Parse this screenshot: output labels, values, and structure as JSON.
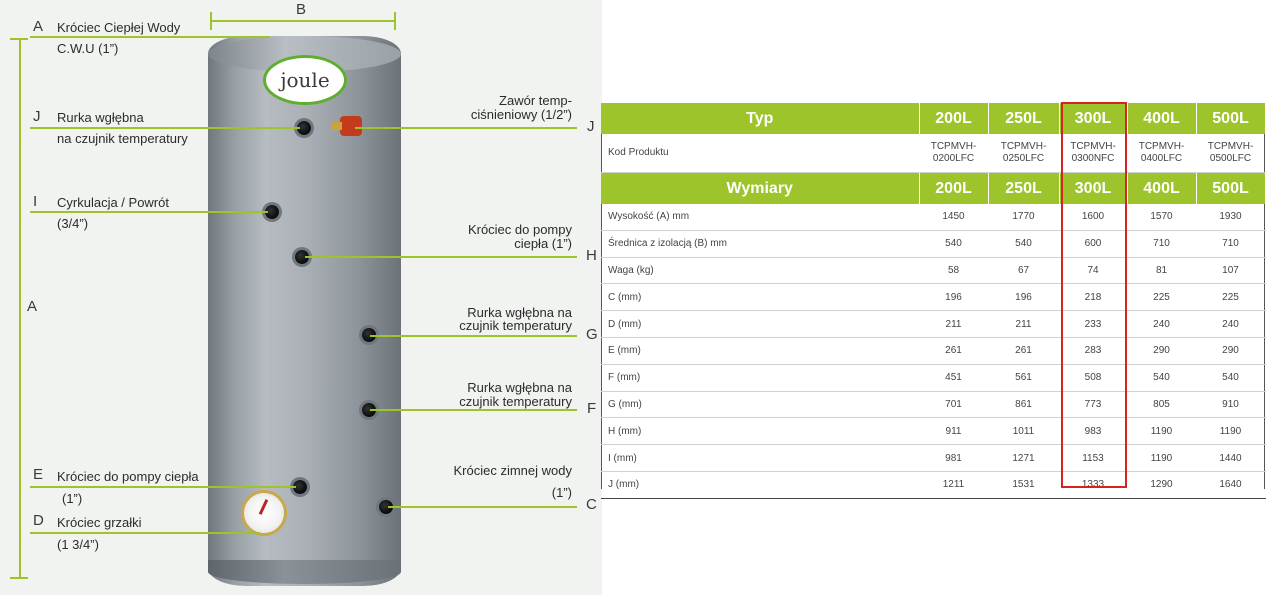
{
  "diagram": {
    "top_dimension_letter": "B",
    "left_dimension_letter": "A",
    "left_labels": [
      {
        "letter": "A",
        "line1": "Króciec Ciepłej Wody",
        "line2": "C.W.U (1”)"
      },
      {
        "letter": "J",
        "line1": "Rurka wgłębna",
        "line2": "na czujnik temperatury"
      },
      {
        "letter": "I",
        "line1": "Cyrkulacja / Powrót",
        "line2": "(3/4”)"
      },
      {
        "letter": "E",
        "line1": "Króciec do pompy ciepła",
        "line2": "(1”)"
      },
      {
        "letter": "D",
        "line1": "Króciec grzałki",
        "line2": "(1 3/4”)"
      }
    ],
    "right_labels": [
      {
        "letter": "J",
        "line1": "Zawór temp-",
        "line2": "ciśnieniowy (1/2”)"
      },
      {
        "letter": "H",
        "line1": "Króciec do pompy",
        "line2": "ciepła (1”)"
      },
      {
        "letter": "G",
        "line1": "Rurka wgłębna na",
        "line2": "czujnik temperatury"
      },
      {
        "letter": "F",
        "line1": "Rurka wgłębna na",
        "line2": "czujnik temperatury"
      },
      {
        "letter": "C",
        "line1": "Króciec zimnej wody",
        "line2": "(1”)"
      }
    ],
    "logo_text": "joule"
  },
  "table": {
    "header_type": "Typ",
    "header_dims": "Wymiary",
    "sizes": [
      "200L",
      "250L",
      "300L",
      "400L",
      "500L"
    ],
    "code_label": "Kod Produktu",
    "codes": [
      [
        "TCPMVH-",
        "0200LFC"
      ],
      [
        "TCPMVH-",
        "0250LFC"
      ],
      [
        "TCPMVH-",
        "0300NFC"
      ],
      [
        "TCPMVH-",
        "0400LFC"
      ],
      [
        "TCPMVH-",
        "0500LFC"
      ]
    ],
    "rows": [
      {
        "label": "Wysokość (A) mm",
        "values": [
          "1450",
          "1770",
          "1600",
          "1570",
          "1930"
        ]
      },
      {
        "label": "Średnica z izolacją (B) mm",
        "values": [
          "540",
          "540",
          "600",
          "710",
          "710"
        ]
      },
      {
        "label": "Waga (kg)",
        "values": [
          "58",
          "67",
          "74",
          "81",
          "107"
        ]
      },
      {
        "label": "C (mm)",
        "values": [
          "196",
          "196",
          "218",
          "225",
          "225"
        ]
      },
      {
        "label": "D (mm)",
        "values": [
          "211",
          "211",
          "233",
          "240",
          "240"
        ]
      },
      {
        "label": "E (mm)",
        "values": [
          "261",
          "261",
          "283",
          "290",
          "290"
        ]
      },
      {
        "label": "F (mm)",
        "values": [
          "451",
          "561",
          "508",
          "540",
          "540"
        ]
      },
      {
        "label": "G (mm)",
        "values": [
          "701",
          "861",
          "773",
          "805",
          "910"
        ]
      },
      {
        "label": "H (mm)",
        "values": [
          "911",
          "1011",
          "983",
          "1190",
          "1190"
        ]
      },
      {
        "label": "I (mm)",
        "values": [
          "981",
          "1271",
          "1153",
          "1190",
          "1440"
        ]
      },
      {
        "label": "J (mm)",
        "values": [
          "1211",
          "1531",
          "1333",
          "1290",
          "1640"
        ]
      }
    ],
    "highlighted_size": "300L",
    "colors": {
      "header_green": "#9dc42b",
      "highlight_red": "#d42424"
    }
  }
}
